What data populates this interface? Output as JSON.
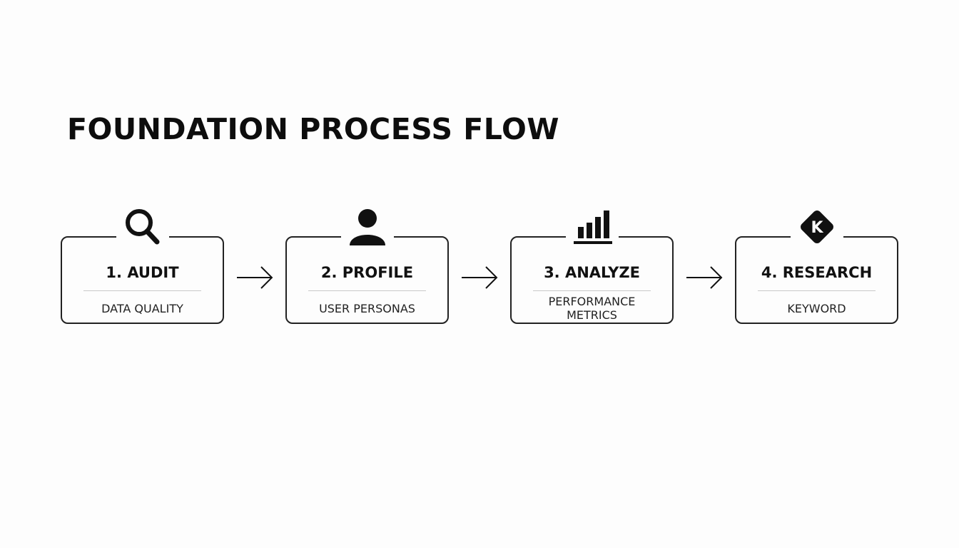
{
  "diagram": {
    "title": "FOUNDATION PROCESS FLOW",
    "steps": [
      {
        "title": "1. AUDIT",
        "subtitle": "DATA QUALITY",
        "icon": "magnifier-icon"
      },
      {
        "title": "2. PROFILE",
        "subtitle": "USER PERSONAS",
        "icon": "user-icon"
      },
      {
        "title": "3. ANALYZE",
        "subtitle": "PERFORMANCE METRICS",
        "icon": "bar-chart-icon"
      },
      {
        "title": "4. RESEARCH",
        "subtitle": "KEYWORD",
        "icon": "keyword-k-icon"
      }
    ],
    "connector_icon": "arrow-right-icon",
    "colors": {
      "background": "#fdfdfd",
      "ink": "#111111",
      "divider": "#c8c8c8"
    }
  }
}
